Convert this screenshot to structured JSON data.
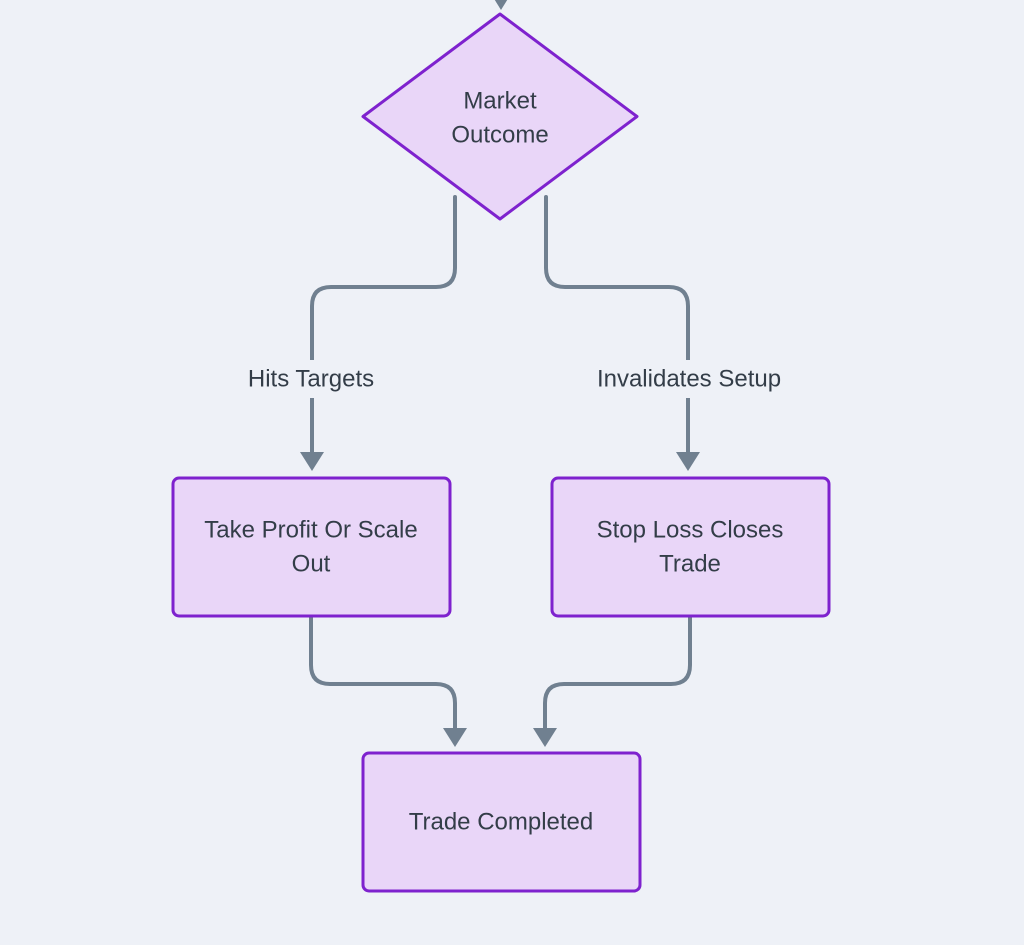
{
  "page": {
    "background": "#eef1f7"
  },
  "diagram": {
    "type": "flowchart",
    "direction": "top-down",
    "colors": {
      "bg": "#eef1f7",
      "node_fill": "#e9d6f8",
      "node_border": "#7e22ce",
      "edge": "#708090",
      "text": "#333d48"
    },
    "nodes": [
      {
        "id": "market-outcome",
        "shape": "diamond",
        "lines": [
          "Market",
          "Outcome"
        ]
      },
      {
        "id": "take-profit",
        "shape": "rect",
        "lines": [
          "Take Profit Or Scale",
          "Out"
        ]
      },
      {
        "id": "stop-loss",
        "shape": "rect",
        "lines": [
          "Stop Loss Closes",
          "Trade"
        ]
      },
      {
        "id": "trade-completed",
        "shape": "rect",
        "lines": [
          "Trade Completed"
        ]
      }
    ],
    "edges": [
      {
        "from": "(above, cut off)",
        "to": "market-outcome",
        "label": ""
      },
      {
        "from": "market-outcome",
        "to": "take-profit",
        "label": "Hits Targets"
      },
      {
        "from": "market-outcome",
        "to": "stop-loss",
        "label": "Invalidates Setup"
      },
      {
        "from": "take-profit",
        "to": "trade-completed",
        "label": ""
      },
      {
        "from": "stop-loss",
        "to": "trade-completed",
        "label": ""
      }
    ]
  }
}
